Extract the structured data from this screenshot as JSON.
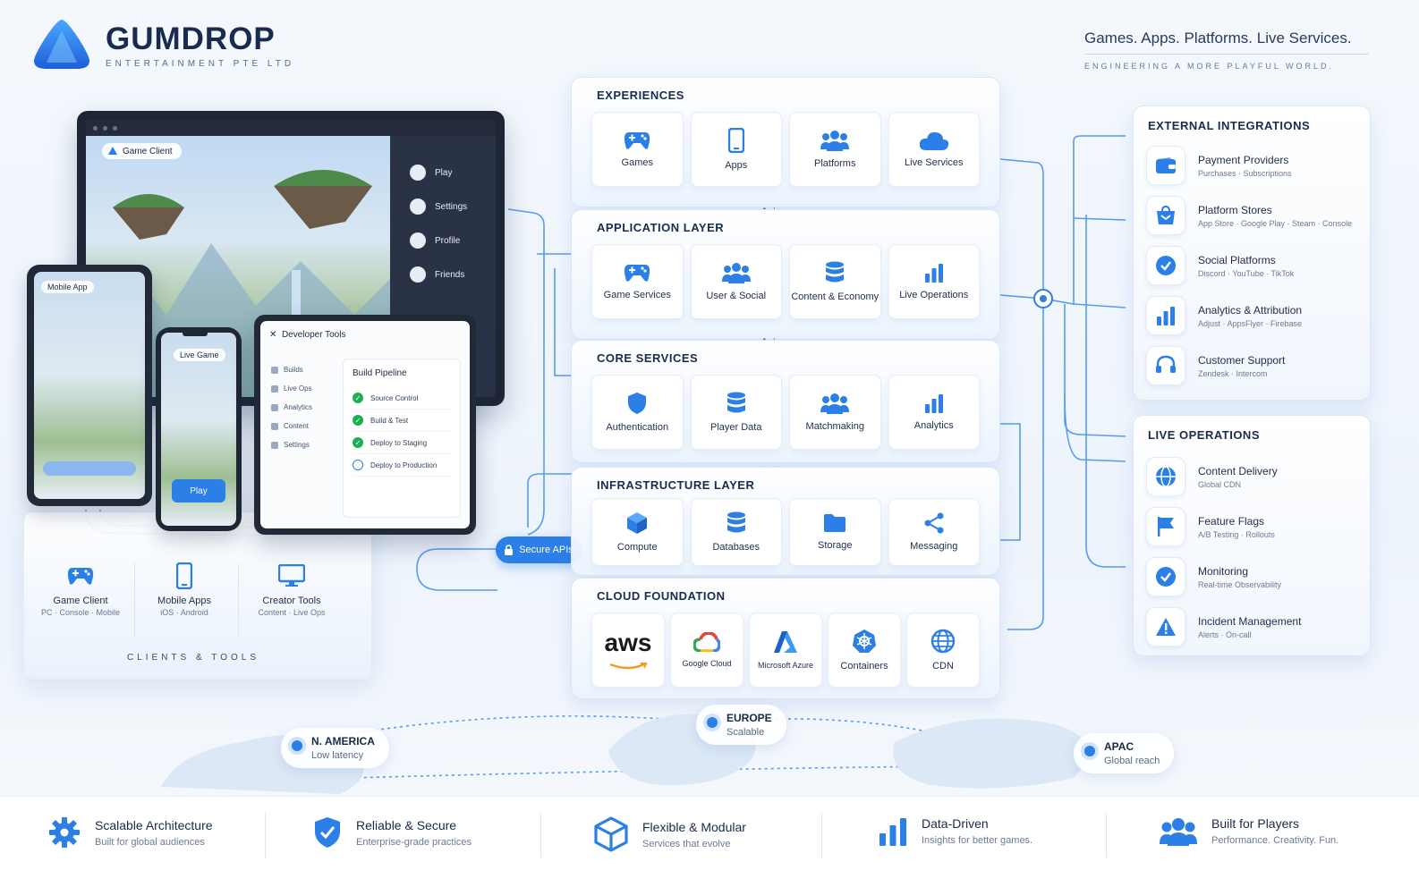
{
  "header": {
    "brand": "GUMDROP",
    "brand_sub": "ENTERTAINMENT PTE LTD",
    "tagline": "Games. Apps. Platforms. Live Services.",
    "tagline_sub": "ENGINEERING A MORE PLAYFUL WORLD."
  },
  "colors": {
    "accent": "#2b7fe6",
    "text": "#1b2a44",
    "muted": "#6b7a92"
  },
  "clients": {
    "monitor": {
      "pill": "Game Client",
      "menu": [
        "Play",
        "Settings",
        "Profile",
        "Friends"
      ]
    },
    "tablet": {
      "pill": "Mobile App"
    },
    "phone": {
      "pill": "Live Game",
      "button": "Play"
    },
    "devtools": {
      "title": "Developer Tools",
      "side": [
        "Builds",
        "Live Ops",
        "Analytics",
        "Content",
        "Settings"
      ],
      "pipeline_title": "Build Pipeline",
      "steps": [
        "Source Control",
        "Build & Test",
        "Deploy to Staging",
        "Deploy to Production"
      ]
    },
    "items": [
      {
        "title": "Game Client",
        "sub": "PC · Console · Mobile",
        "icon": "gamepad-icon"
      },
      {
        "title": "Mobile Apps",
        "sub": "iOS · Android",
        "icon": "phone-icon"
      },
      {
        "title": "Creator Tools",
        "sub": "Content · Live Ops",
        "icon": "monitor-icon"
      }
    ],
    "caption": "CLIENTS & TOOLS",
    "secure_apis": "Secure APIs"
  },
  "layers": [
    {
      "title": "EXPERIENCES",
      "items": [
        "Games",
        "Apps",
        "Platforms",
        "Live Services"
      ]
    },
    {
      "title": "APPLICATION LAYER",
      "items": [
        "Game Services",
        "User & Social",
        "Content & Economy",
        "Live Operations"
      ]
    },
    {
      "title": "CORE SERVICES",
      "items": [
        "Authentication",
        "Player Data",
        "Matchmaking",
        "Analytics"
      ]
    },
    {
      "title": "INFRASTRUCTURE LAYER",
      "items": [
        "Compute",
        "Databases",
        "Storage",
        "Messaging"
      ]
    },
    {
      "title": "CLOUD FOUNDATION",
      "items": [
        "aws",
        "Google Cloud",
        "Microsoft Azure",
        "Containers",
        "CDN"
      ]
    }
  ],
  "external": {
    "title": "EXTERNAL INTEGRATIONS",
    "rows": [
      {
        "title": "Payment Providers",
        "sub": "Purchases · Subscriptions"
      },
      {
        "title": "Platform Stores",
        "sub": "App Store · Google Play · Steam · Console"
      },
      {
        "title": "Social Platforms",
        "sub": "Discord · YouTube · TikTok"
      },
      {
        "title": "Analytics & Attribution",
        "sub": "Adjust · AppsFlyer · Firebase"
      },
      {
        "title": "Customer Support",
        "sub": "Zendesk · Intercom"
      }
    ]
  },
  "liveops": {
    "title": "LIVE OPERATIONS",
    "rows": [
      {
        "title": "Content Delivery",
        "sub": "Global CDN"
      },
      {
        "title": "Feature Flags",
        "sub": "A/B Testing · Rollouts"
      },
      {
        "title": "Monitoring",
        "sub": "Real-time Observability"
      },
      {
        "title": "Incident Management",
        "sub": "Alerts · On-call"
      }
    ]
  },
  "regions": [
    {
      "title": "N. AMERICA",
      "sub": "Low latency"
    },
    {
      "title": "EUROPE",
      "sub": "Scalable"
    },
    {
      "title": "APAC",
      "sub": "Global reach"
    }
  ],
  "footer": [
    {
      "title": "Scalable Architecture",
      "sub": "Built for global audiences"
    },
    {
      "title": "Reliable & Secure",
      "sub": "Enterprise-grade practices"
    },
    {
      "title": "Flexible & Modular",
      "sub": "Services that evolve"
    },
    {
      "title": "Data-Driven",
      "sub": "Insights for better games."
    },
    {
      "title": "Built for Players",
      "sub": "Performance. Creativity. Fun."
    }
  ]
}
